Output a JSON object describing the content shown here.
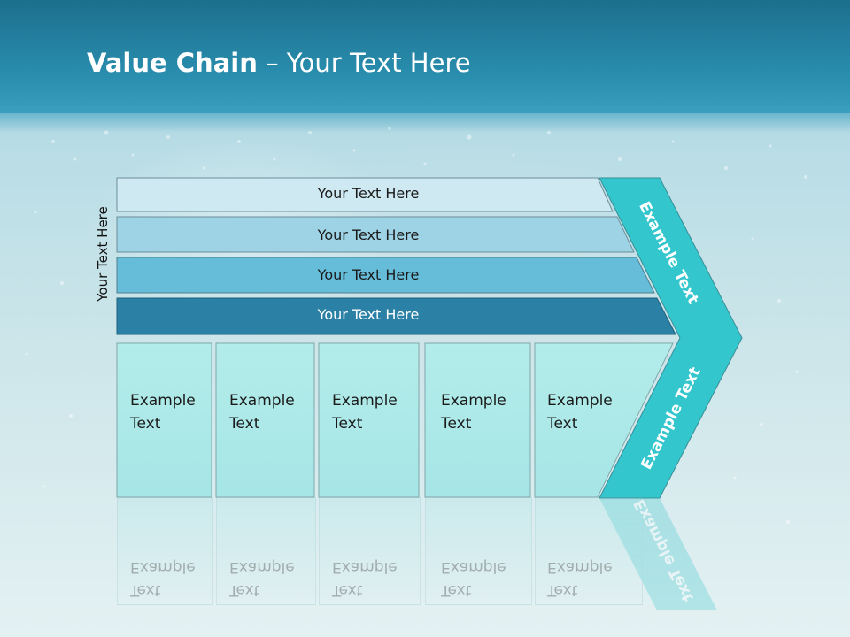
{
  "title": {
    "bold": "Value Chain",
    "rest": " – Your Text Here"
  },
  "side_label": "Your Text Here",
  "rows": [
    {
      "label": "Your Text Here",
      "fill": "#cfe9f2"
    },
    {
      "label": "Your Text Here",
      "fill": "#9ed3e5"
    },
    {
      "label": "Your Text Here",
      "fill": "#66bdd9"
    },
    {
      "label": "Your Text Here",
      "fill": "#2a80a5"
    }
  ],
  "columns": [
    {
      "line1": "Example",
      "line2": "Text"
    },
    {
      "line1": "Example",
      "line2": "Text"
    },
    {
      "line1": "Example",
      "line2": "Text"
    },
    {
      "line1": "Example",
      "line2": "Text"
    },
    {
      "line1": "Example",
      "line2": "Text"
    }
  ],
  "arrow": {
    "upper": "Example Text",
    "lower": "Example Text"
  },
  "colors": {
    "header": "#2a8fb0",
    "column_fill": "#aee9e8",
    "arrow_fill": "#33c6cc"
  }
}
